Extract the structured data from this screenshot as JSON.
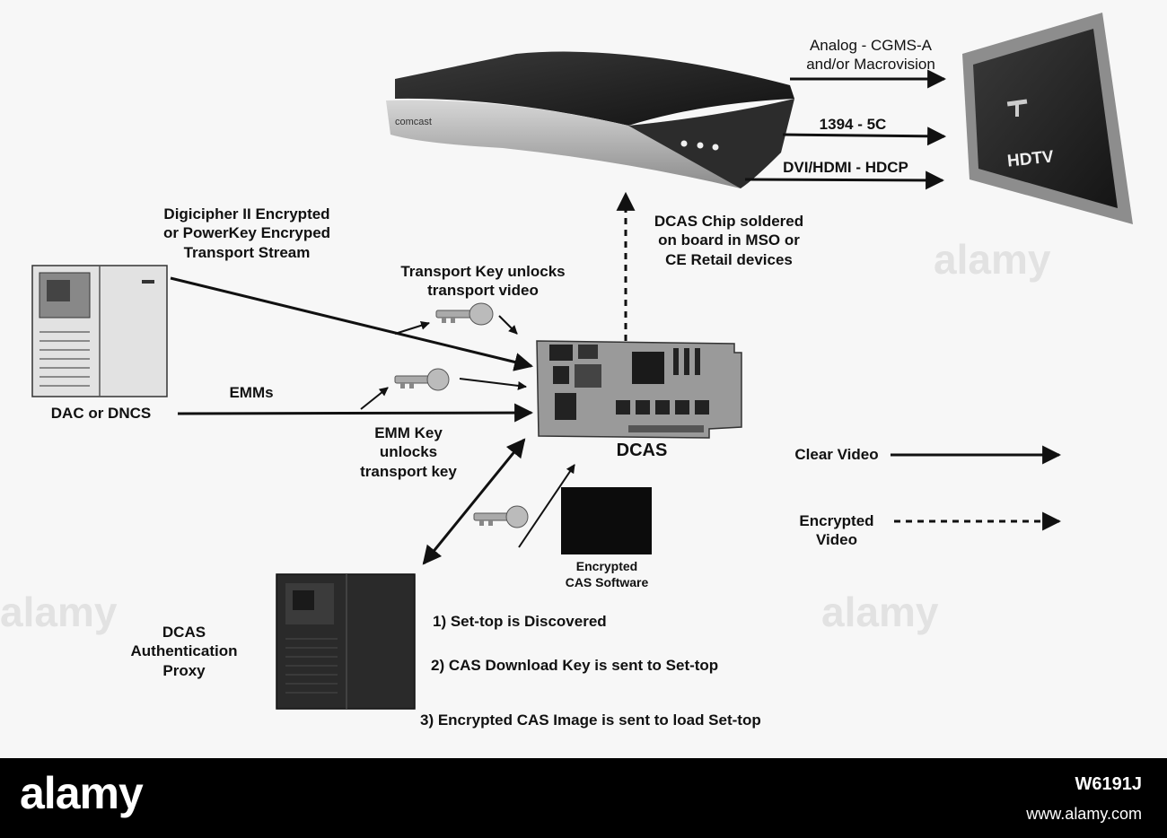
{
  "labels": {
    "analog": "Analog - CGMS-A\nand/or Macrovision",
    "firewire": "1394 - 5C",
    "dvi": "DVI/HDMI - HDCP",
    "hdtv": "HDTV",
    "brand": "comcast",
    "dcas_chip": "DCAS Chip soldered\non board in MSO or\nCE Retail devices",
    "stream": "Digicipher II Encrypted\nor PowerKey Encryped\nTransport Stream",
    "transport_key": "Transport Key unlocks\ntransport video",
    "emms": "EMMs",
    "dac": "DAC or DNCS",
    "emm_key": "EMM Key\nunlocks\ntransport key",
    "dcas": "DCAS",
    "encrypted_cas": "Encrypted\nCAS Software",
    "proxy": "DCAS\nAuthentication\nProxy"
  },
  "steps": [
    "1) Set-top is Discovered",
    "2) CAS Download Key is sent to Set-top",
    "3) Encrypted CAS Image is sent to load Set-top"
  ],
  "legend": {
    "clear": "Clear Video",
    "encrypted": "Encrypted\nVideo"
  },
  "footer": {
    "brand": "alamy",
    "image_id": "W6191J",
    "url": "www.alamy.com",
    "watermark": "alamy"
  },
  "colors": {
    "background": "#f7f7f7",
    "footer": "#000000",
    "text": "#111111"
  }
}
